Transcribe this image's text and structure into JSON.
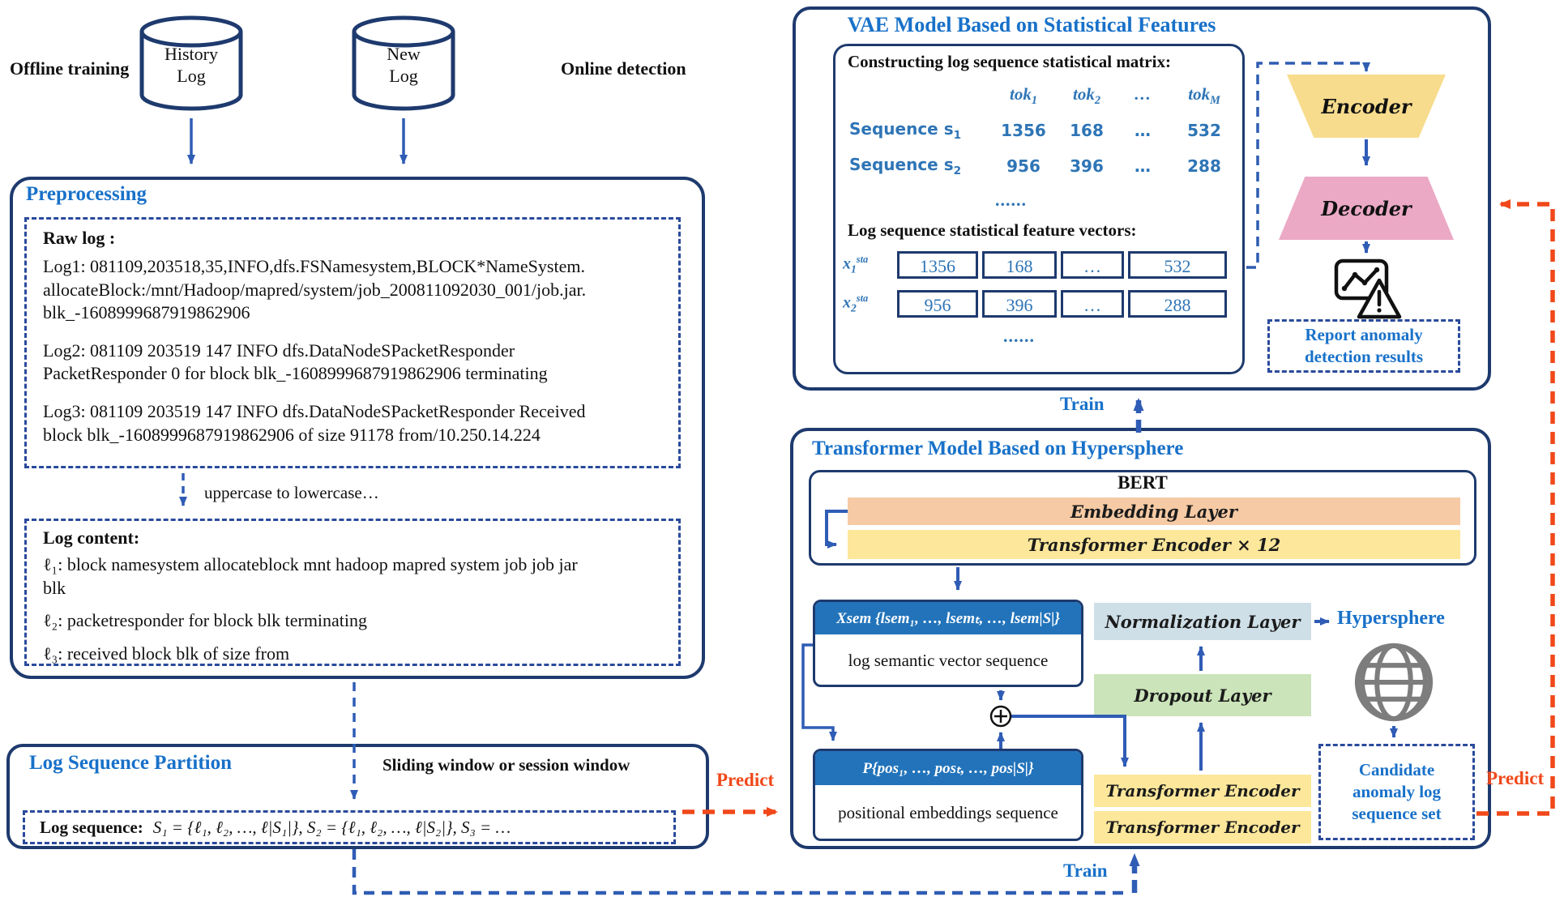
{
  "colors": {
    "navy_border": "#1e3a6e",
    "title_blue": "#1871c9",
    "content_blue": "#2e75b6",
    "arrow_blue": "#2f5cb5",
    "accent_orange": "#f0481a",
    "encoder_fill": "#f7dc8d",
    "decoder_fill": "#eba9c5",
    "embedding_fill": "#f6caa4",
    "transformer_encoder_fill": "#fce79b",
    "normalization_fill": "#cfdfe7",
    "dropout_fill": "#cbe4ba",
    "vector_header_fill": "#2273ba",
    "globe_gray": "#7d7d7d"
  },
  "top": {
    "offline_label": "Offline training",
    "online_label": "Online detection",
    "history_label": "History\nLog",
    "new_label": "New\nLog"
  },
  "preprocessing": {
    "title": "Preprocessing",
    "raw_label": "Raw log :",
    "log1": "Log1: 081109,203518,35,INFO,dfs.FSNamesystem,BLOCK*NameSystem.\nallocateBlock:/mnt/Hadoop/mapred/system/job_200811092030_001/job.jar.\nblk_-1608999687919862906",
    "log2": "Log2: 081109 203519 147 INFO dfs.DataNodeSPacketResponder\nPacketResponder 0 for block blk_-1608999687919862906 terminating",
    "log3": "Log3: 081109 203519 147 INFO dfs.DataNodeSPacketResponder  Received\nblock blk_-1608999687919862906 of size 91178 from/10.250.14.224",
    "transform_label": "uppercase to lowercase…",
    "content_label": "Log content:",
    "line1": "ℓ₁: block  namesystem  allocateblock  mnt hadoop mapred system job job jar\nblk",
    "line2": "ℓ₂: packetresponder for block blk terminating",
    "line3": "ℓ₃: received block blk of size from"
  },
  "partition": {
    "title": "Log Sequence Partition",
    "window_label": "Sliding window or session window",
    "sequence_label": "Log sequence:",
    "sequence_formula": "S₁ = {ℓ₁, ℓ₂, …, ℓ|S₁|}, S₂ = {ℓ₁, ℓ₂, …, ℓ|S₂|}, S₃ = …"
  },
  "vae": {
    "title": "VAE Model Based on Statistical Features",
    "matrix_label": "Constructing log sequence statistical matrix:",
    "matrix": {
      "headers": [
        {
          "base": "tok",
          "sub": "1"
        },
        {
          "base": "tok",
          "sub": "2"
        },
        {
          "base": "…",
          "sub": ""
        },
        {
          "base": "tok",
          "sub": "M"
        }
      ],
      "rows": [
        {
          "label_base": "Sequence s",
          "label_sub": "1",
          "values": [
            "1356",
            "168",
            "…",
            "532"
          ]
        },
        {
          "label_base": "Sequence s",
          "label_sub": "2",
          "values": [
            "956",
            "396",
            "…",
            "288"
          ]
        }
      ],
      "dots": "......"
    },
    "vectors_label": "Log sequence statistical feature vectors:",
    "vectors": [
      {
        "base": "x",
        "sub": "1",
        "sup": "sta",
        "cells": [
          "1356",
          "168",
          "…",
          "532"
        ]
      },
      {
        "base": "x",
        "sub": "2",
        "sup": "sta",
        "cells": [
          "956",
          "396",
          "…",
          "288"
        ]
      }
    ],
    "vectors_dots": "......",
    "encoder_label": "Encoder",
    "decoder_label": "Decoder",
    "report_label": "Report anomaly detection results"
  },
  "transformer": {
    "title": "Transformer Model Based on Hypersphere",
    "bert_label": "BERT",
    "embedding_label": "Embedding Layer",
    "encoder12_label": "Transformer Encoder × 12",
    "xsem_header": "Xsem {lsem₁, …, lsemₜ, …, lsem|S|}",
    "xsem_body": "log semantic vector sequence",
    "pos_header": "P{pos₁, …, posₜ, …, pos|S|}",
    "pos_body": "positional embeddings sequence",
    "normalization_label": "Normalization Layer",
    "dropout_label": "Dropout Layer",
    "te1_label": "Transformer Encoder",
    "te2_label": "Transformer Encoder",
    "hypersphere_label": "Hypersphere",
    "candidate_label": "Candidate anomaly log sequence set"
  },
  "flow": {
    "train_top": "Train",
    "train_bottom": "Train",
    "predict_left": "Predict",
    "predict_right": "Predict"
  }
}
